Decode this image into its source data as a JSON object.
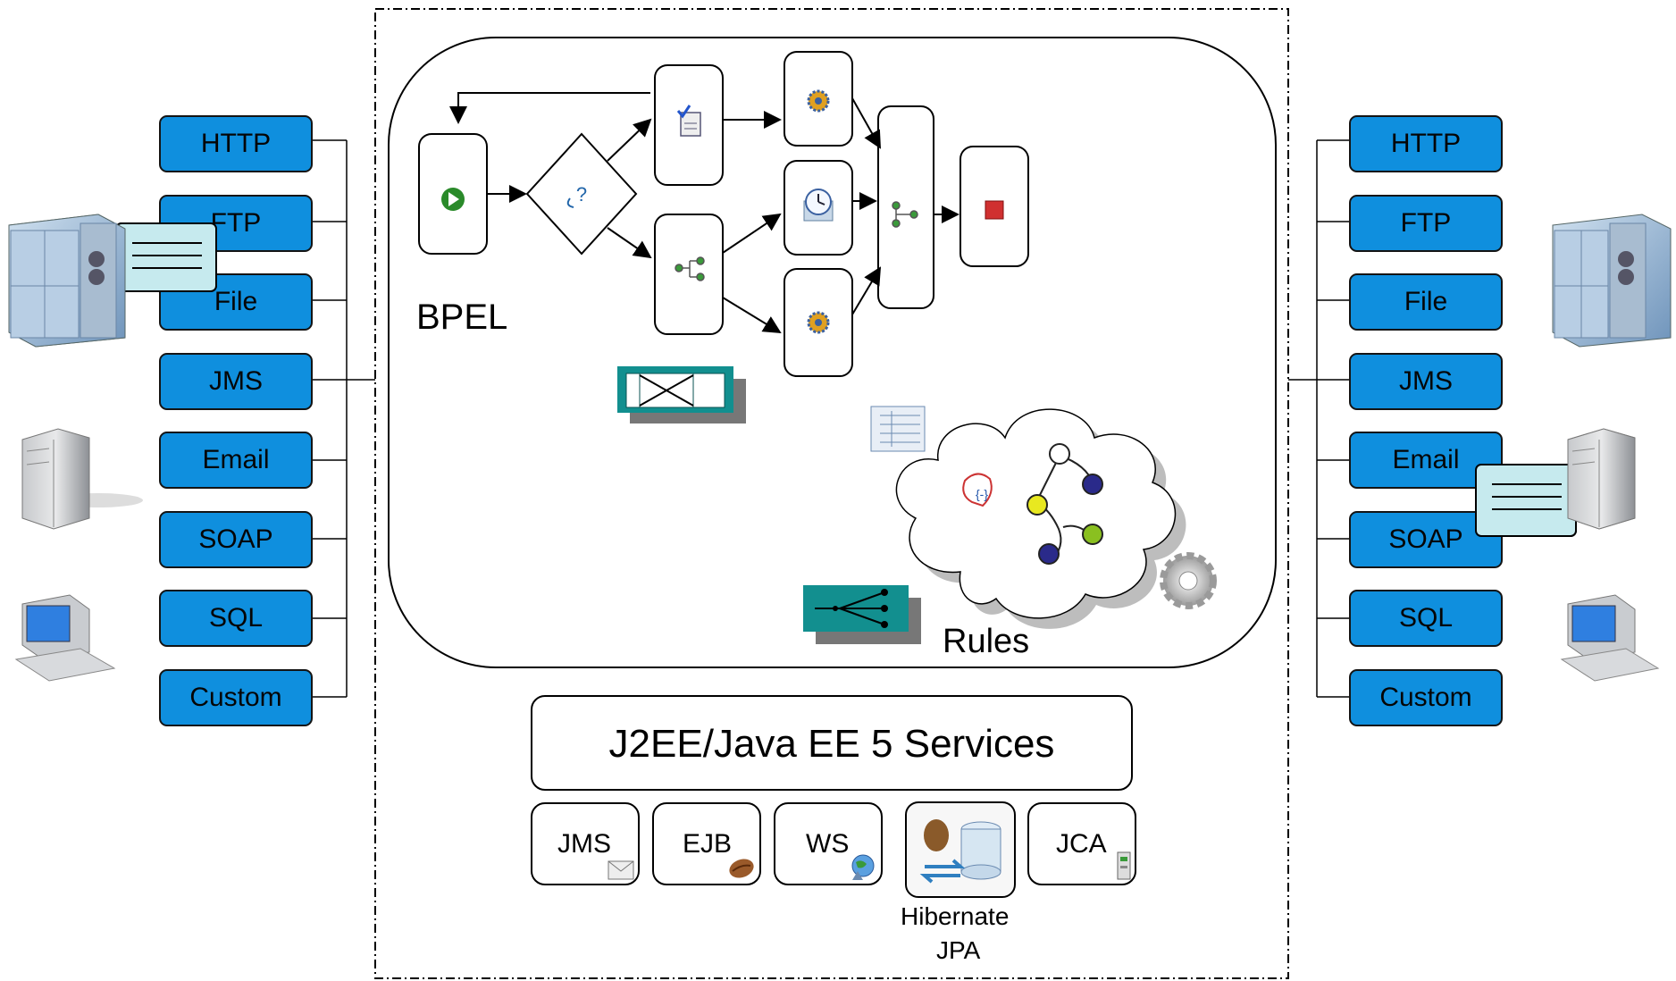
{
  "bindings_left": [
    "HTTP",
    "FTP",
    "File",
    "JMS",
    "Email",
    "SOAP",
    "SQL",
    "Custom"
  ],
  "bindings_right": [
    "HTTP",
    "FTP",
    "File",
    "JMS",
    "Email",
    "SOAP",
    "SQL",
    "Custom"
  ],
  "engine": {
    "bpel_label": "BPEL",
    "rules_label": "Rules"
  },
  "platform": {
    "title": "J2EE/Java EE 5 Services",
    "services": [
      {
        "label": "JMS",
        "icon": "envelope-icon"
      },
      {
        "label": "EJB",
        "icon": "bean-icon"
      },
      {
        "label": "WS",
        "icon": "globe-icon"
      },
      {
        "label": "",
        "icon": "hibernate-jpa-icon"
      },
      {
        "label": "JCA",
        "icon": "connector-icon"
      }
    ],
    "hibernate_label_1": "Hibernate",
    "hibernate_label_2": "JPA"
  },
  "colors": {
    "binding_fill": "#0f8fde",
    "teal": "#128f8f",
    "server_blue": "#8fb0d0"
  }
}
